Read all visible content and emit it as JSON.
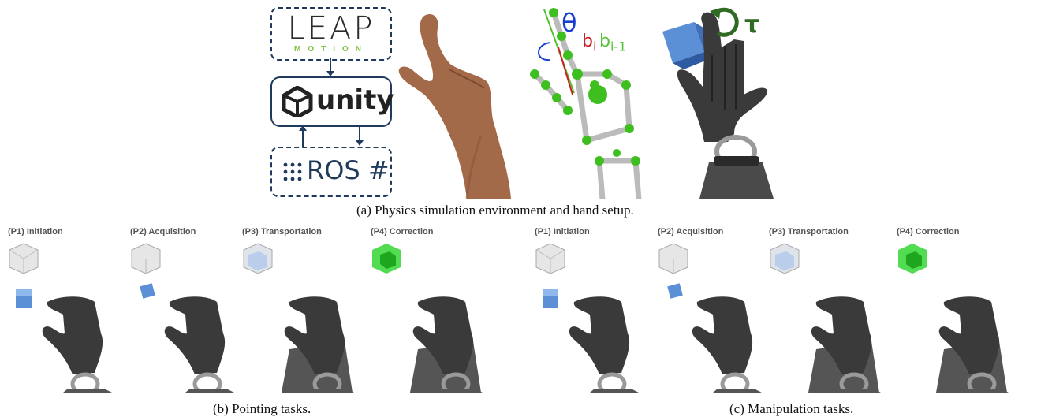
{
  "pipeline": {
    "leap_logo": "LEAP",
    "leap_sub": "MOTION",
    "unity_label": "unity",
    "ros_label": "ROS #"
  },
  "annotations": {
    "theta": "θ",
    "b_i_base": "b",
    "b_i_sub": "i",
    "b_prev_base": "b",
    "b_prev_sub": "i-1",
    "torque": "τ"
  },
  "captions": {
    "a": "(a) Physics simulation environment and hand setup.",
    "b": "(b) Pointing tasks.",
    "c": "(c) Manipulation tasks."
  },
  "pointing_panels": [
    {
      "label": "(P1) Initiation"
    },
    {
      "label": "(P2) Acquisition"
    },
    {
      "label": "(P3) Transportation"
    },
    {
      "label": "(P4) Correction"
    }
  ],
  "manipulation_panels": [
    {
      "label": "(P1) Initiation"
    },
    {
      "label": "(P2) Acquisition"
    },
    {
      "label": "(P3) Transportation"
    },
    {
      "label": "(P4) Correction"
    }
  ],
  "colors": {
    "frame": "#1f3a5c",
    "leap_green": "#7dc242",
    "cube_blue": "#5b8fd6",
    "goal_green": "#33d633",
    "robot_dark": "#3a3a3a",
    "theta_blue": "#1a3fd0",
    "bi_red": "#cc1f1f",
    "bprev_green": "#55c233",
    "torque_green": "#2f6b22"
  }
}
